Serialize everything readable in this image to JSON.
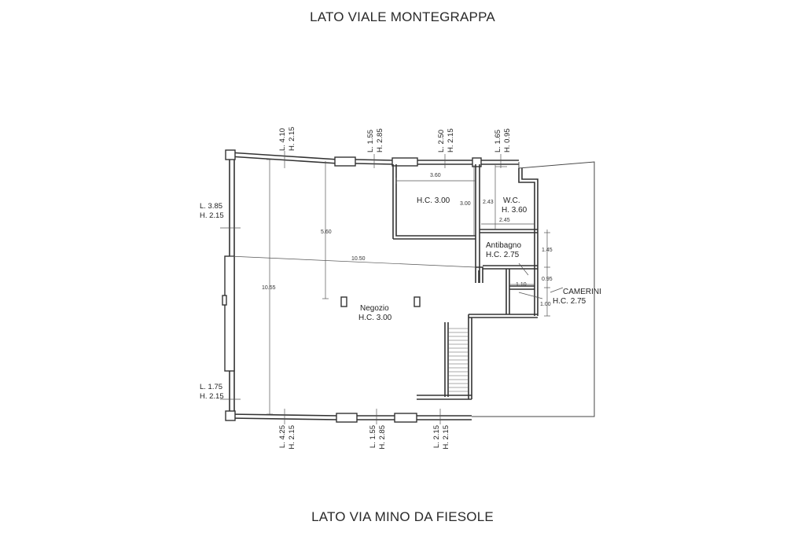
{
  "titles": {
    "top": "LATO VIALE MONTEGRAPPA",
    "bottom": "LATO VIA MINO DA FIESOLE"
  },
  "rooms": {
    "negozio_name": "Negozio",
    "negozio_h": "H.C. 3.00",
    "back_h": "H.C. 3.00",
    "wc_name": "W.C.",
    "wc_h": "H. 3.60",
    "antibagno_name": "Antibagno",
    "antibagno_h": "H.C. 2.75",
    "camerini_name": "CAMERINI",
    "camerini_h": "H.C. 2.75"
  },
  "windows": {
    "top_1_l": "L. 4.10",
    "top_1_h": "H. 2.15",
    "top_2_l": "L. 1.55",
    "top_2_h": "H. 2.85",
    "top_3_l": "L. 2.50",
    "top_3_h": "H. 2.15",
    "top_4_l": "L. 1.65",
    "top_4_h": "H. 0.95",
    "left_1_l": "L. 3.85",
    "left_1_h": "H. 2.15",
    "left_2_l": "L. 1.75",
    "left_2_h": "H. 2.15",
    "bot_1_l": "L. 4.25",
    "bot_1_h": "H. 2.15",
    "bot_2_l": "L. 1.55",
    "bot_2_h": "H. 2.85",
    "bot_3_l": "L. 2.15",
    "bot_3_h": "H. 2.15"
  },
  "dimensions": {
    "d_360": "3.60",
    "d_300": "3.00",
    "d_243": "2.43",
    "d_245": "2.45",
    "d_560": "5.60",
    "d_1050": "10.50",
    "d_1055": "10.55",
    "d_145": "1.45",
    "d_095": "0.95",
    "d_110": "1.10",
    "d_100": "1.00"
  }
}
